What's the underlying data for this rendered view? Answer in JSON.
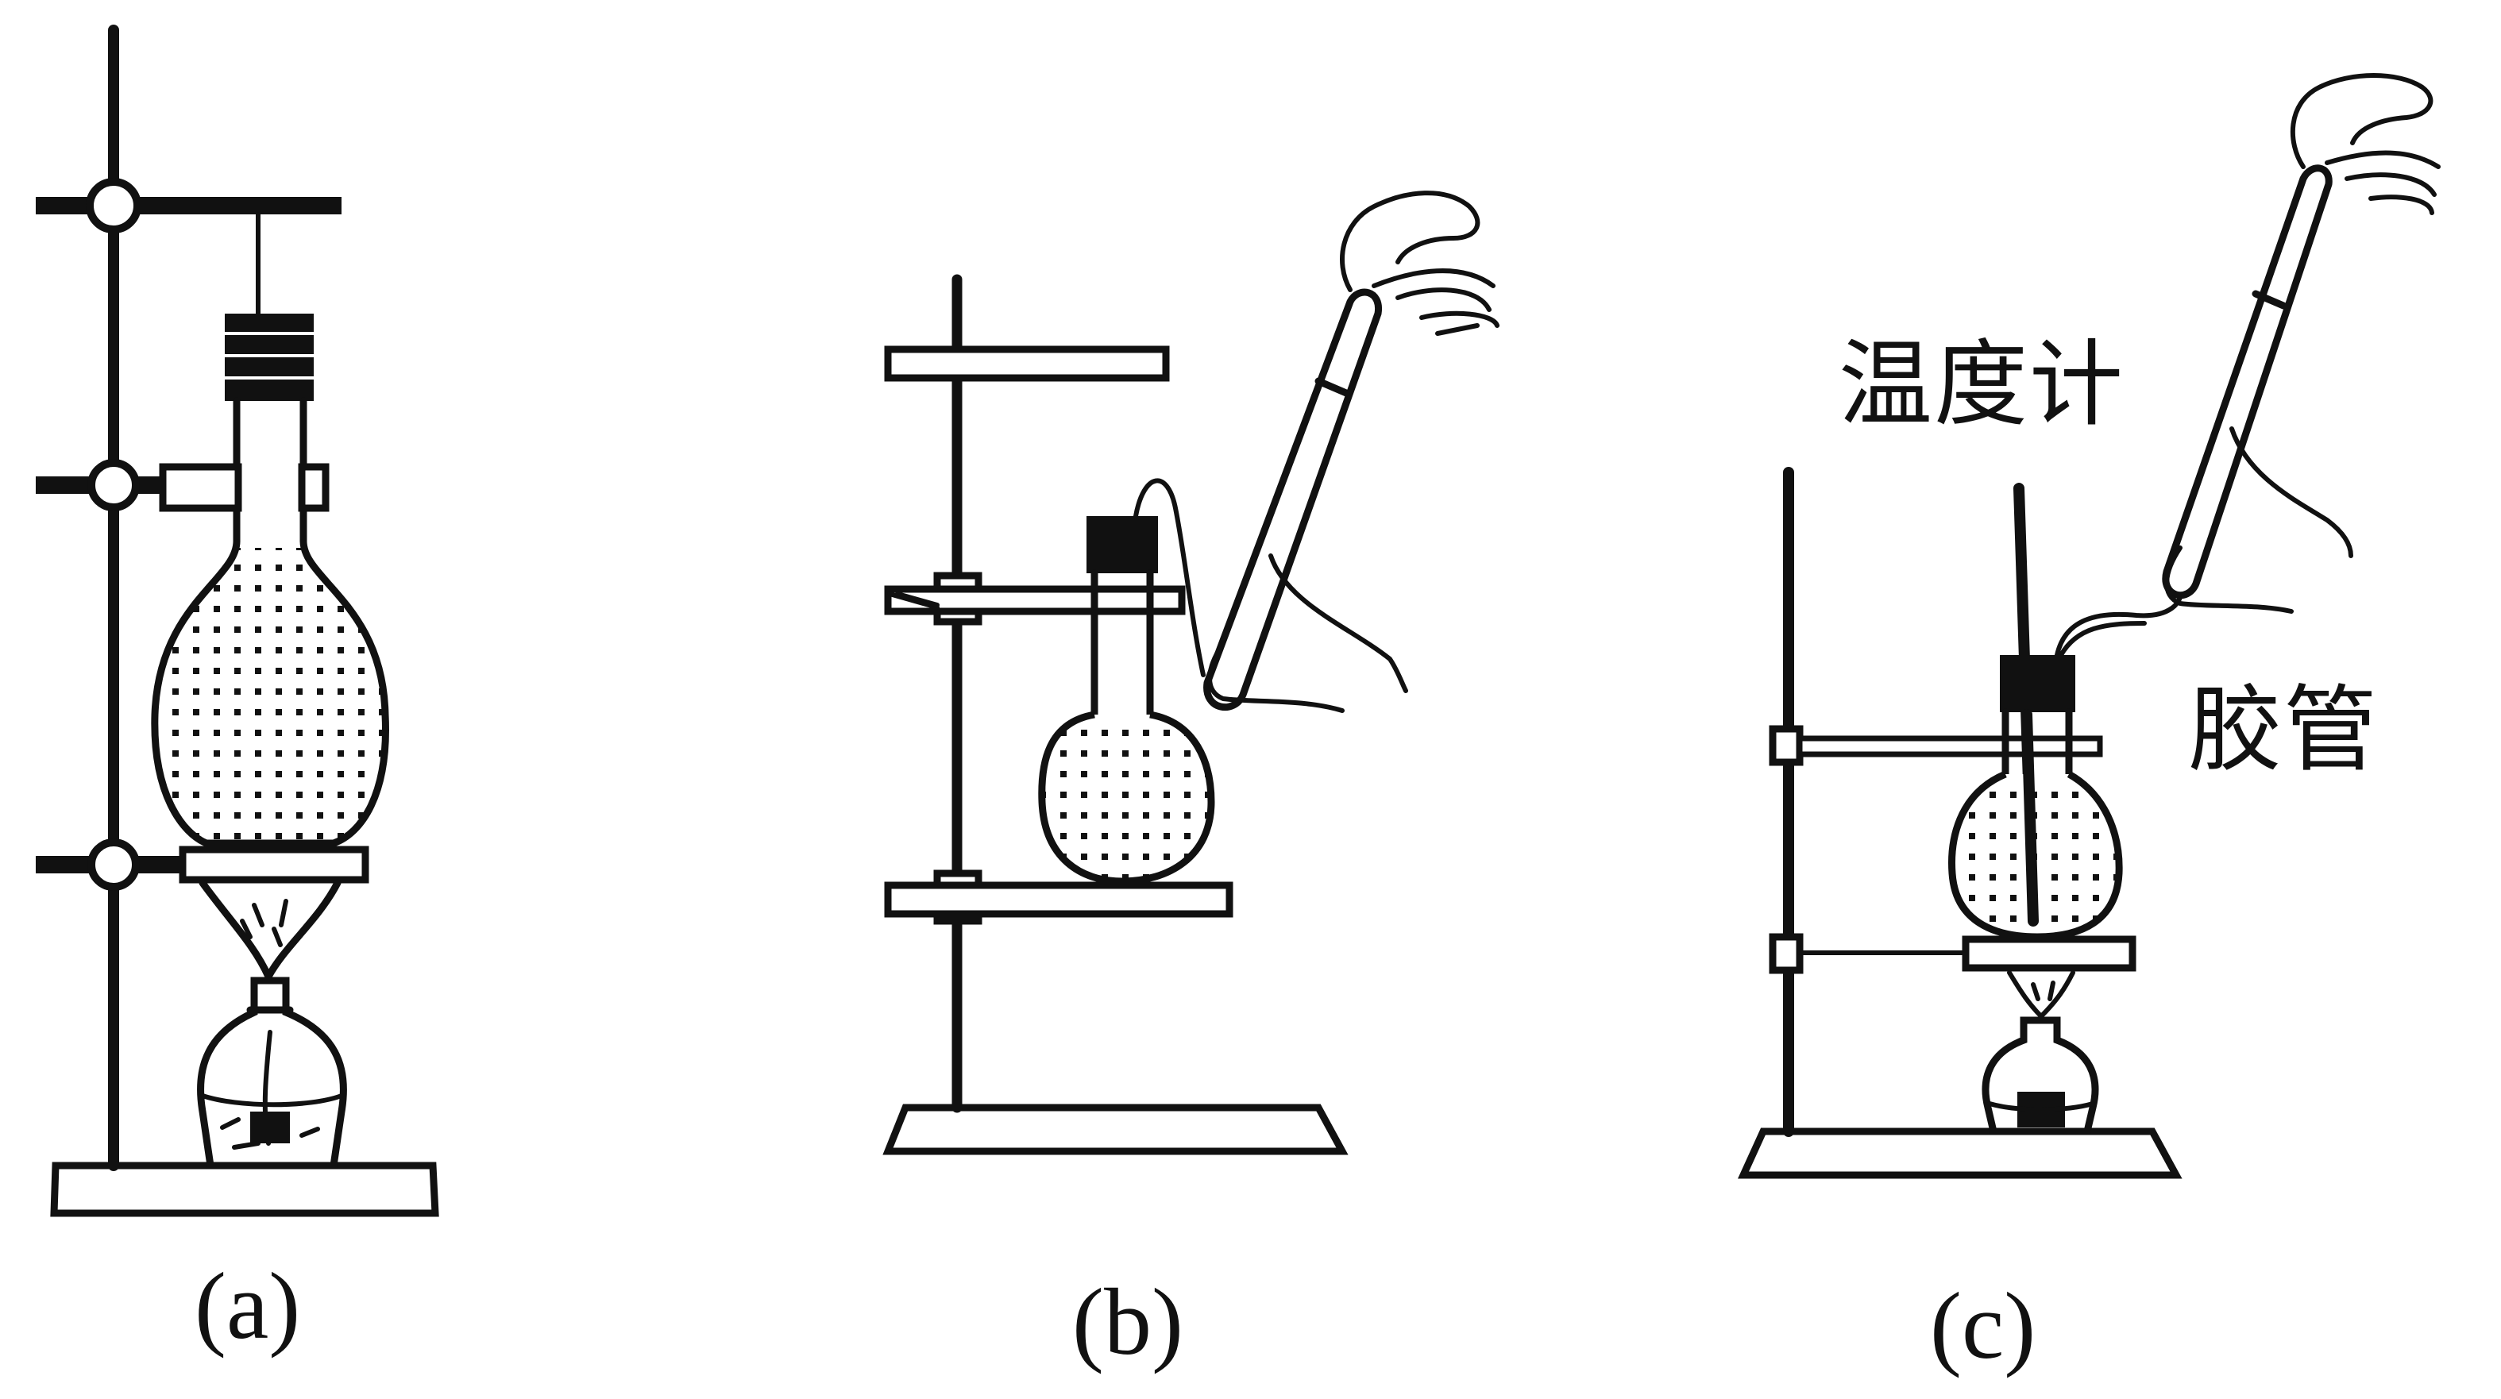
{
  "captions": {
    "a": "(a)",
    "b": "(b)",
    "c": "(c)"
  },
  "labels": {
    "thermometer": "温度计",
    "rubber_tube": "胶管"
  }
}
